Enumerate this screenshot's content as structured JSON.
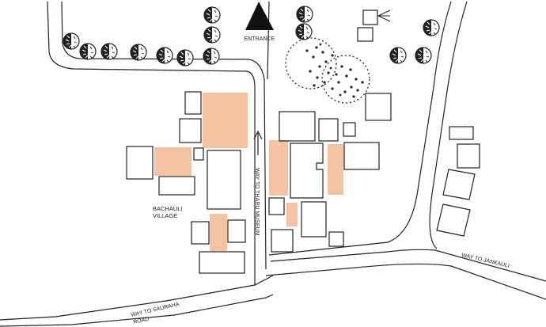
{
  "labels": {
    "entrance": "ENTRANCE",
    "village_line1": "BACHAULI",
    "village_line2": "VILLAGE",
    "museum_road": "WAY TO THARU MUSEUM",
    "jankauli_road": "WAY TO JANKAULI",
    "sauraha_line1": "WAY TO SAURAHA",
    "sauraha_line2": "ROAD"
  },
  "colors": {
    "background": "#ffffff",
    "outline": "#222222",
    "highlight_building": "#f3c3a3",
    "text": "#222222"
  },
  "icons": {
    "entrance": "north-triangle-icon",
    "museum_direction": "up-arrow-icon",
    "tree": "tree-icon"
  }
}
